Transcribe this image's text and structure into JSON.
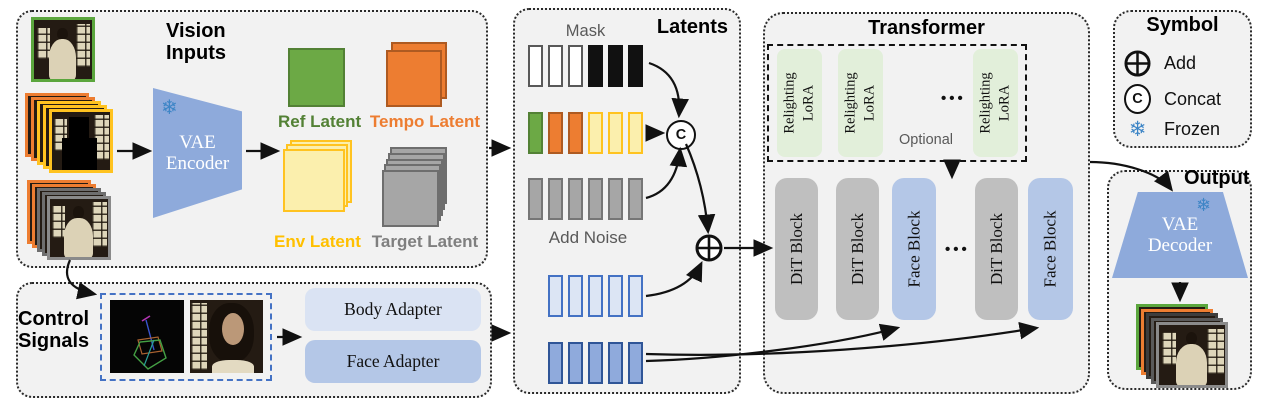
{
  "palette": {
    "green": {
      "fill": "#6CA945",
      "border": "#538135"
    },
    "orange": {
      "fill": "#ED7D31",
      "border": "#AE5A21"
    },
    "yellow": {
      "fill": "#FBEFAD",
      "border": "#FFC320"
    },
    "gray": {
      "fill": "#A6A6A6",
      "border": "#767676"
    },
    "white": {
      "fill": "#FFFFFF",
      "border": "#595959"
    },
    "black": {
      "fill": "#111111",
      "border": "#111111"
    },
    "lightblue": {
      "fill": "#DCE5F4",
      "border": "#4472C4"
    },
    "blue": {
      "fill": "#8FAADC",
      "border": "#2F5597"
    }
  },
  "colors": {
    "panel_bg": "#F2F2F2",
    "vae_fill": "#8EAADB",
    "dit_block": "#BFBFBF",
    "face_block": "#B4C7E7",
    "lora_fill": "#E2EFDA",
    "body_adapter": "#DAE3F3",
    "face_adapter": "#B4C7E7",
    "control_dash": "#4472C4",
    "snowflake": "#3D85C6"
  },
  "icons": {
    "snowflake": "❄"
  },
  "vision": {
    "title": "Vision\nInputs",
    "encoder_label": "VAE\nEncoder",
    "latent_labels": [
      {
        "label": "Ref Latent",
        "color": "#538135"
      },
      {
        "label": "Tempo Latent",
        "color": "#ED7D31"
      },
      {
        "label": "Env Latent",
        "color": "#FFC000"
      },
      {
        "label": "Target Latent",
        "color": "#7F7F7F"
      }
    ]
  },
  "control": {
    "title": "Control\nSignals",
    "adapters": [
      {
        "label": "Body Adapter"
      },
      {
        "label": "Face Adapter"
      }
    ]
  },
  "latents": {
    "title": "Latents",
    "mask_label": "Mask",
    "add_noise_label": "Add Noise",
    "concat_symbol": "C",
    "rows": {
      "mask": [
        "white",
        "white",
        "white",
        "black",
        "black",
        "black"
      ],
      "latent": [
        "green",
        "orange",
        "orange",
        "yellow",
        "yellow",
        "yellow"
      ],
      "noise": [
        "gray",
        "gray",
        "gray",
        "gray",
        "gray",
        "gray"
      ],
      "body": [
        "lightblue",
        "lightblue",
        "lightblue",
        "lightblue",
        "lightblue"
      ],
      "face": [
        "blue",
        "blue",
        "blue",
        "blue",
        "blue"
      ]
    }
  },
  "transformer": {
    "title": "Transformer",
    "lora_label": "Relighting\nLoRA",
    "optional_label": "Optional",
    "dots": "•••",
    "blocks": [
      {
        "label": "DiT Block",
        "type": "dit"
      },
      {
        "label": "DiT Block",
        "type": "dit"
      },
      {
        "label": "Face Block",
        "type": "face"
      },
      {
        "label": "DiT Block",
        "type": "dit"
      },
      {
        "label": "Face Block",
        "type": "face"
      }
    ]
  },
  "symbol": {
    "title": "Symbol",
    "items": [
      {
        "icon": "add-circle-icon",
        "label": "Add"
      },
      {
        "icon": "concat-circle-icon",
        "label": "Concat"
      },
      {
        "icon": "snowflake-icon",
        "label": "Frozen"
      }
    ]
  },
  "output": {
    "title": "Output",
    "decoder_label": "VAE\nDecoder"
  }
}
